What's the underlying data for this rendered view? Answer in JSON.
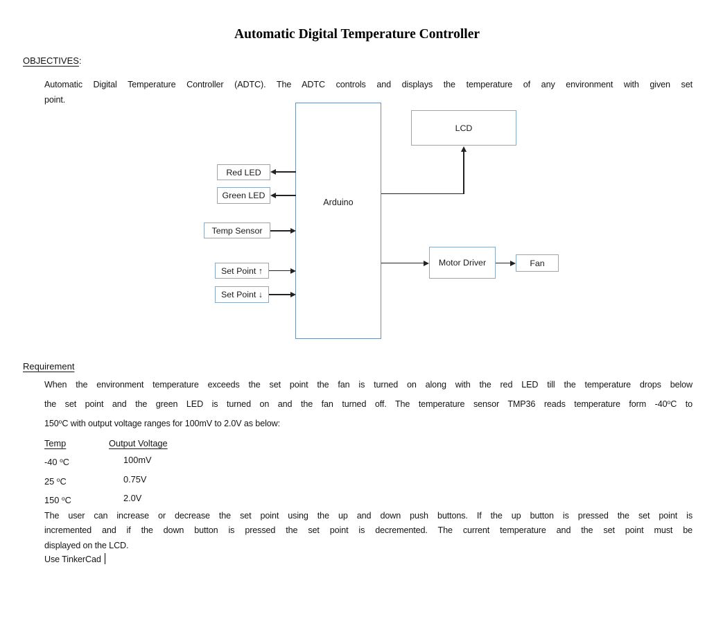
{
  "page": {
    "title": "Automatic Digital Temperature Controller"
  },
  "objectives": {
    "heading": "OBJECTIVES",
    "heading_suffix": ":",
    "lines": [
      "Automatic Digital Temperature Controller (ADTC). The ADTC controls and displays the temperature of any environment with given set",
      "point."
    ]
  },
  "diagram": {
    "blocks": {
      "arduino": "Arduino",
      "lcd": "LCD",
      "red_led": "Red LED",
      "green_led": "Green LED",
      "temp_sensor": "Temp Sensor",
      "set_point_up": "Set Point ↑",
      "set_point_down": "Set Point ↓",
      "motor_driver": "Motor Driver",
      "fan": "Fan"
    },
    "colors": {
      "box_border": "#8aa9c4",
      "arduino_border": "#6e90ae",
      "arrow": "#222222"
    }
  },
  "requirement": {
    "heading": "Requirement",
    "lines": [
      "When the environment temperature exceeds the set point the fan is turned on along with the red LED till the temperature drops below",
      [
        {
          "t": "the set point and the green LED is turned on and the fan turned off. The temperature sensor TMP36 reads temperature form -40"
        },
        {
          "s": "o"
        },
        {
          "t": "C to"
        }
      ],
      [
        {
          "t": "150"
        },
        {
          "s": "o"
        },
        {
          "t": "C with output voltage ranges for 100mV to 2.0V as below:"
        }
      ]
    ]
  },
  "table": {
    "headers": {
      "temp": "Temp",
      "voltage": "Output Voltage"
    },
    "rows": [
      {
        "temp": {
          "pre": "-40 ",
          "sup": "o",
          "post": "C"
        },
        "voltage": "100mV"
      },
      {
        "temp": {
          "pre": "25 ",
          "sup": "o",
          "post": "C"
        },
        "voltage": "0.75V"
      },
      {
        "temp": {
          "pre": "150 ",
          "sup": "o",
          "post": "C"
        },
        "voltage": "2.0V"
      }
    ]
  },
  "usage": {
    "lines": [
      "The user can increase or decrease the set point using the up and down push buttons.  If the up button is pressed the set point is",
      "incremented and if the down button is pressed the set point is decremented. The current temperature and the set point must be",
      "displayed on the LCD."
    ],
    "final_line": "Use TinkerCad"
  }
}
